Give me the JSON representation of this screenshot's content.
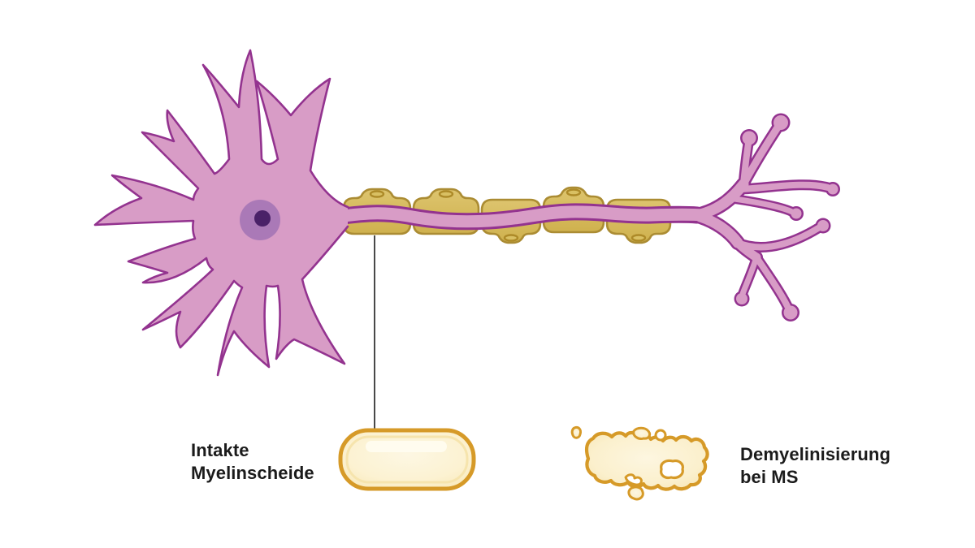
{
  "labels": {
    "intact_myelin": "Intakte\nMyelinscheide",
    "demyelination": "Demyelinisierung\nbei MS"
  },
  "colors": {
    "background": "#ffffff",
    "neuron_fill": "#d89cc6",
    "neuron_outline": "#93338f",
    "nucleus_fill": "#aa79b7",
    "nucleolus_fill": "#4a2168",
    "myelin_fill": "#d6bb5e",
    "myelin_outline": "#ab8c33",
    "myelin_nucleus_fill": "#d9c063",
    "myelin_nucleus_ring": "#ad8a28",
    "sheath_outline_gold": "#d69a28",
    "sheath_fill_cream": "#fbeec6",
    "sheath_fill_pale": "#fdf6de",
    "callout_line": "#1a1a1a",
    "label_text": "#1b1b1b"
  },
  "structure": {
    "myelin_segments": 5,
    "terminal_bulbs": 7,
    "dendrite_arms": 8
  }
}
